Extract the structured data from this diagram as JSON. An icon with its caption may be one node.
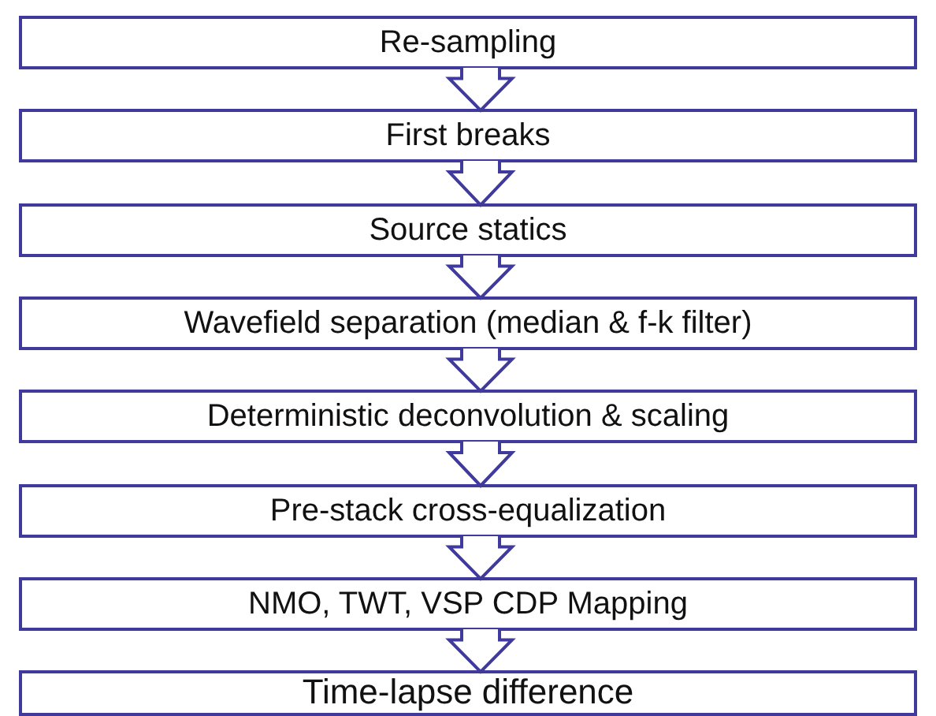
{
  "diagram": {
    "nodes": [
      {
        "text": [
          "Re-sampling"
        ]
      },
      {
        "text": [
          "First breaks"
        ]
      },
      {
        "text": [
          "Source statics"
        ]
      },
      {
        "text": [
          "Wavefield separation (median & f-k filter)"
        ]
      },
      {
        "text": [
          "Deterministic deconvolution & scaling"
        ]
      },
      {
        "text": [
          "Pre-stack cross-equalization"
        ]
      },
      {
        "text": [
          "NMO, TWT, VSP CDP Mapping"
        ]
      },
      {
        "text": [
          "Time-lapse difference"
        ]
      }
    ],
    "edges": [
      {
        "from": 0,
        "to": 1,
        "arrow": "to"
      },
      {
        "from": 1,
        "to": 2,
        "arrow": "to"
      },
      {
        "from": 2,
        "to": 3,
        "arrow": "to"
      },
      {
        "from": 3,
        "to": 4,
        "arrow": "to"
      },
      {
        "from": 4,
        "to": 5,
        "arrow": "to"
      },
      {
        "from": 5,
        "to": 6,
        "arrow": "to"
      },
      {
        "from": 6,
        "to": 7,
        "arrow": "to"
      }
    ]
  }
}
